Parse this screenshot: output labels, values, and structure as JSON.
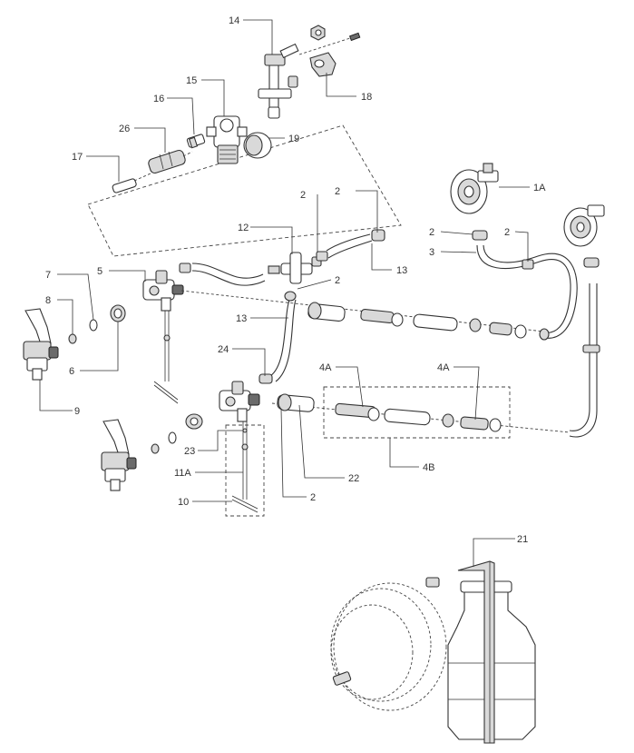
{
  "callouts": {
    "c14": "14",
    "c15": "15",
    "c16": "16",
    "c26": "26",
    "c17": "17",
    "c18": "18",
    "c19": "19",
    "c1A": "1A",
    "c2a": "2",
    "c2b": "2",
    "c2c": "2",
    "c2d": "2",
    "c2e": "2",
    "c3": "3",
    "c12": "12",
    "c13a": "13",
    "c13b": "13",
    "c7": "7",
    "c5": "5",
    "c8": "8",
    "c6": "6",
    "c9": "9",
    "c24": "24",
    "c4Aa": "4A",
    "c4Ab": "4A",
    "c4B": "4B",
    "c22": "22",
    "c23": "23",
    "c11A": "11A",
    "c10": "10",
    "c2f": "2",
    "c21": "21"
  }
}
